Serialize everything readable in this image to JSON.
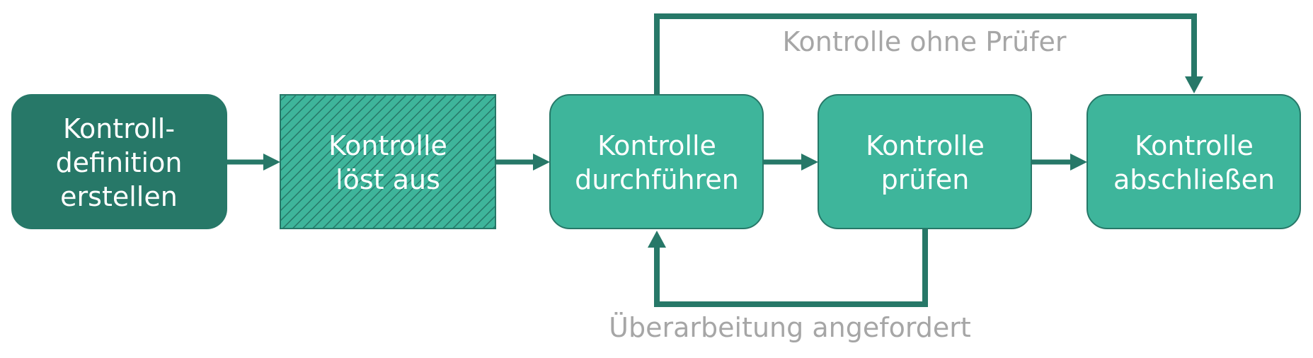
{
  "colors": {
    "dark_teal": "#277868",
    "teal": "#3eb59b",
    "border": "#277868",
    "arrow": "#277868",
    "label_gray": "#a6a6a6"
  },
  "nodes": [
    {
      "id": "create-definition",
      "lines": [
        "Kontroll-",
        "definition",
        "erstellen"
      ],
      "style": "dark"
    },
    {
      "id": "triggered",
      "lines": [
        "Kontrolle",
        "löst aus"
      ],
      "style": "hatched"
    },
    {
      "id": "execute",
      "lines": [
        "Kontrolle",
        "durchführen"
      ],
      "style": "light"
    },
    {
      "id": "review",
      "lines": [
        "Kontrolle",
        "prüfen"
      ],
      "style": "light"
    },
    {
      "id": "close",
      "lines": [
        "Kontrolle",
        "abschließen"
      ],
      "style": "light"
    }
  ],
  "edges": {
    "no_reviewer_label": "Kontrolle ohne Prüfer",
    "rework_label": "Überarbeitung angefordert"
  }
}
